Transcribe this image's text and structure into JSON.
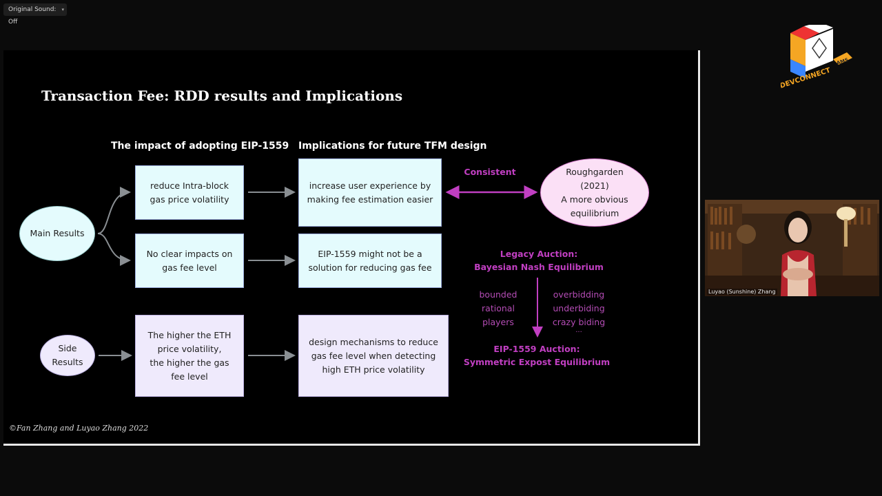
{
  "toolbar": {
    "original_sound_label": "Original Sound: Off"
  },
  "slide": {
    "title": "Transaction Fee: RDD results and Implications",
    "col1_head": "The impact of adopting EIP-1559",
    "col2_head": "Implications for future TFM design",
    "main_results": "Main Results",
    "side_results_line1": "Side",
    "side_results_line2": "Results",
    "impact1_line1": "reduce Intra-block",
    "impact1_line2": "gas price volatility",
    "impact2_line1": "No clear impacts on",
    "impact2_line2": "gas fee level",
    "impact3_line1": "The higher the ETH",
    "impact3_line2": "price volatility,",
    "impact3_line3": "the higher the gas",
    "impact3_line4": "fee level",
    "impl1_line1": "increase user experience by",
    "impl1_line2": "making fee estimation easier",
    "impl2_line1": "EIP-1559 might not be a",
    "impl2_line2": "solution for reducing gas fee",
    "impl3_line1": "design mechanisms to reduce",
    "impl3_line2": "gas fee level when detecting",
    "impl3_line3": "high ETH price volatility",
    "consistent": "Consistent",
    "rough_line1": "Roughgarden",
    "rough_line2": "(2021)",
    "rough_line3": "A more obvious",
    "rough_line4": "equilibrium",
    "legacy_line1": "Legacy Auction:",
    "legacy_line2": "Bayesian Nash Equilibrium",
    "left_list": [
      "bounded",
      "rational",
      "players"
    ],
    "right_list": [
      "overbidding",
      "underbiding",
      "crazy biding",
      "..."
    ],
    "eip_line1": "EIP-1559 Auction:",
    "eip_line2": "Symmetric Expost Equilibrium",
    "copyright": "©Fan Zhang and Luyao Zhang 2022"
  },
  "logo": {
    "text": "DEVCONNECT",
    "tag": "AMS"
  },
  "webcam": {
    "name": "Luyao (Sunshine) Zhang"
  },
  "colors": {
    "accent_magenta": "#c13fc2",
    "box_cyan": "#e4fbfd",
    "box_lavender": "#efeafc",
    "pill_pink": "#fbe0f6"
  }
}
